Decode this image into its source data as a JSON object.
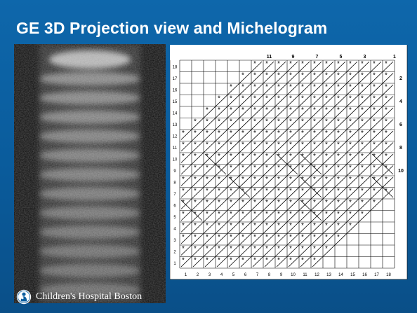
{
  "slide": {
    "title": "GE 3D Projection view and Michelogram",
    "footer": "Children's Hospital Boston",
    "colors": {
      "background": "#0b5e9f",
      "title_text": "#ffffff",
      "grid_line": "#000000",
      "grid_fill": "#ffffff"
    },
    "logo_icon": "hospital-logo-icon"
  },
  "projection_view": {
    "type": "grayscale-sinogram-image",
    "band_count": 13
  },
  "michelogram": {
    "size": 18,
    "cell_mark": "*",
    "column_labels": [
      "1",
      "2",
      "3",
      "4",
      "5",
      "6",
      "7",
      "8",
      "9",
      "10",
      "11",
      "12",
      "13",
      "14",
      "15",
      "16",
      "17",
      "18"
    ],
    "row_labels": [
      "1",
      "2",
      "3",
      "4",
      "5",
      "6",
      "7",
      "8",
      "9",
      "10",
      "11",
      "12",
      "13",
      "14",
      "15",
      "16",
      "17",
      "18"
    ],
    "top_labels": [
      "11",
      "9",
      "7",
      "5",
      "3",
      "1"
    ],
    "right_labels": [
      "2",
      "4",
      "6",
      "8",
      "10"
    ]
  }
}
